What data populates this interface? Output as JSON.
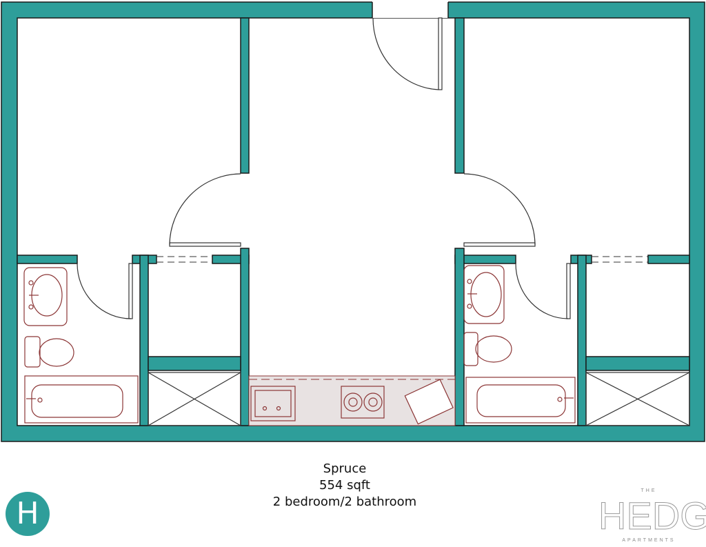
{
  "colors": {
    "wall": "#2e9e9a",
    "wall_outline": "#1a1a1a",
    "fixture": "#8b3535",
    "counter": "#e8e2e2",
    "logo_circle": "#2e9e9a"
  },
  "icons": {
    "logo": "h-circle-logo",
    "brand": "hedge-wordmark"
  },
  "caption": {
    "name": "Spruce",
    "area": "554 sqft",
    "layout": "2 bedroom/2 bathroom"
  },
  "logo": {
    "letter": "H"
  },
  "brand": {
    "the": "THE",
    "name": "HEDGE",
    "tagline": "APARTMENTS"
  }
}
